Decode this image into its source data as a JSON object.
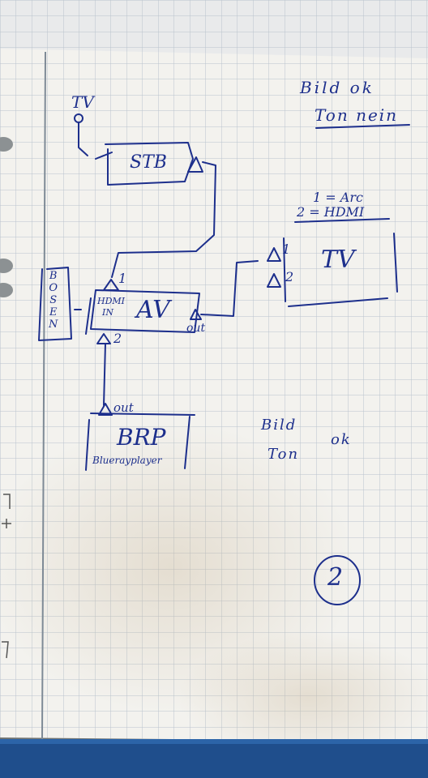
{
  "note_top_right": {
    "line1": "Bild ok",
    "line2": "Ton nein"
  },
  "legend": {
    "line1": "1 = Arc",
    "line2": "2 = HDMI"
  },
  "devices": {
    "tv_antenna": {
      "label": "TV"
    },
    "stb": {
      "label": "STB"
    },
    "av": {
      "label": "AV",
      "input_label_line1": "HDMI",
      "input_label_line2": "IN",
      "output_label": "out"
    },
    "tv": {
      "label": "TV",
      "port1": "1",
      "port2": "2"
    },
    "bose": {
      "letters": [
        "B",
        "O",
        "S",
        "E",
        "N"
      ]
    },
    "brp": {
      "label": "BRP",
      "sublabel": "Bluerayplayer",
      "output_label": "out"
    }
  },
  "ports": {
    "av_in_1": "1",
    "av_in_2": "2"
  },
  "note_middle_right": {
    "line1": "Bild",
    "line2": "Ton",
    "status": "ok"
  },
  "page_number": "2",
  "colors": {
    "ink": "#1d2f8c",
    "paper": "#f3f2ee",
    "grid": "#b9c3cd",
    "desk": "#6f7372",
    "binder": "#1f4e8c"
  }
}
